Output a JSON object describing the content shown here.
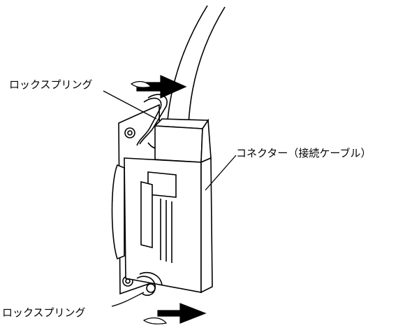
{
  "labels": {
    "lock_spring_top": "ロックスプリング",
    "connector": "コネクター（接続ケーブル）",
    "lock_spring_bottom": "ロックスプリング"
  },
  "colors": {
    "line": "#000000",
    "fill": "#ffffff"
  }
}
